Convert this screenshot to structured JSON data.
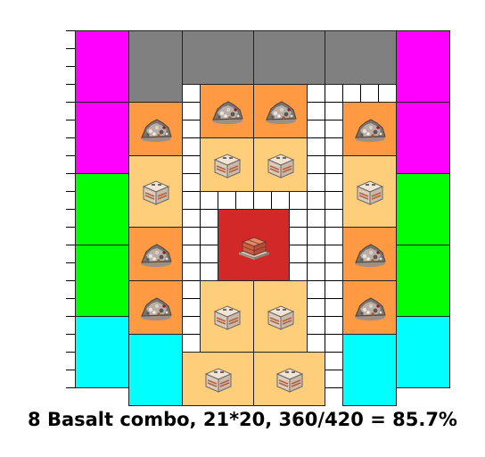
{
  "caption": "8 Basalt combo, 21*20, 360/420 = 85.7%",
  "grid": {
    "cols": 21,
    "rows": 20
  },
  "colors": {
    "magenta": "#ff00ff",
    "green": "#00ff00",
    "cyan": "#00ffff",
    "gray": "#808080",
    "orange": "#ff9a42",
    "light_orange": "#ffce7b",
    "red": "#d22828",
    "empty": "#ffffff"
  },
  "tiles": [
    {
      "kind": "magenta",
      "icon": "none",
      "c": 0,
      "r": 0,
      "w": 3,
      "h": 4
    },
    {
      "kind": "magenta",
      "icon": "none",
      "c": 0,
      "r": 4,
      "w": 3,
      "h": 4
    },
    {
      "kind": "green",
      "icon": "none",
      "c": 0,
      "r": 8,
      "w": 3,
      "h": 4
    },
    {
      "kind": "green",
      "icon": "none",
      "c": 0,
      "r": 12,
      "w": 3,
      "h": 4
    },
    {
      "kind": "cyan",
      "icon": "none",
      "c": 0,
      "r": 16,
      "w": 3,
      "h": 4
    },
    {
      "kind": "cyan",
      "icon": "none",
      "c": 3,
      "r": 17,
      "w": 3,
      "h": 4
    },
    {
      "kind": "magenta",
      "icon": "none",
      "c": 18,
      "r": 0,
      "w": 3,
      "h": 4
    },
    {
      "kind": "magenta",
      "icon": "none",
      "c": 18,
      "r": 4,
      "w": 3,
      "h": 4
    },
    {
      "kind": "green",
      "icon": "none",
      "c": 18,
      "r": 8,
      "w": 3,
      "h": 4
    },
    {
      "kind": "green",
      "icon": "none",
      "c": 18,
      "r": 12,
      "w": 3,
      "h": 4
    },
    {
      "kind": "cyan",
      "icon": "none",
      "c": 18,
      "r": 16,
      "w": 3,
      "h": 4
    },
    {
      "kind": "cyan",
      "icon": "none",
      "c": 15,
      "r": 17,
      "w": 3,
      "h": 4
    },
    {
      "kind": "gray",
      "icon": "none",
      "c": 3,
      "r": 0,
      "w": 3,
      "h": 4
    },
    {
      "kind": "gray",
      "icon": "none",
      "c": 6,
      "r": 0,
      "w": 4,
      "h": 3
    },
    {
      "kind": "gray",
      "icon": "none",
      "c": 10,
      "r": 0,
      "w": 4,
      "h": 3
    },
    {
      "kind": "gray",
      "icon": "none",
      "c": 14,
      "r": 0,
      "w": 4,
      "h": 3
    },
    {
      "kind": "orange",
      "icon": "basalt-icon",
      "c": 3,
      "r": 4,
      "w": 3,
      "h": 3
    },
    {
      "kind": "orange",
      "icon": "basalt-icon",
      "c": 7,
      "r": 3,
      "w": 3,
      "h": 3
    },
    {
      "kind": "orange",
      "icon": "basalt-icon",
      "c": 10,
      "r": 3,
      "w": 3,
      "h": 3
    },
    {
      "kind": "orange",
      "icon": "basalt-icon",
      "c": 15,
      "r": 4,
      "w": 3,
      "h": 3
    },
    {
      "kind": "orange",
      "icon": "basalt-icon",
      "c": 3,
      "r": 11,
      "w": 3,
      "h": 3
    },
    {
      "kind": "orange",
      "icon": "basalt-icon",
      "c": 15,
      "r": 11,
      "w": 3,
      "h": 3
    },
    {
      "kind": "orange",
      "icon": "basalt-icon",
      "c": 3,
      "r": 14,
      "w": 3,
      "h": 3
    },
    {
      "kind": "orange",
      "icon": "basalt-icon",
      "c": 15,
      "r": 14,
      "w": 3,
      "h": 3
    },
    {
      "kind": "light_orange",
      "icon": "stone-block-icon",
      "c": 3,
      "r": 7,
      "w": 3,
      "h": 4
    },
    {
      "kind": "light_orange",
      "icon": "stone-block-icon",
      "c": 7,
      "r": 6,
      "w": 3,
      "h": 3
    },
    {
      "kind": "light_orange",
      "icon": "stone-block-icon",
      "c": 10,
      "r": 6,
      "w": 3,
      "h": 3
    },
    {
      "kind": "light_orange",
      "icon": "stone-block-icon",
      "c": 15,
      "r": 7,
      "w": 3,
      "h": 4
    },
    {
      "kind": "light_orange",
      "icon": "stone-block-icon",
      "c": 7,
      "r": 14,
      "w": 3,
      "h": 4
    },
    {
      "kind": "light_orange",
      "icon": "stone-block-icon",
      "c": 10,
      "r": 14,
      "w": 3,
      "h": 4
    },
    {
      "kind": "light_orange",
      "icon": "stone-block-icon",
      "c": 6,
      "r": 18,
      "w": 4,
      "h": 3
    },
    {
      "kind": "light_orange",
      "icon": "stone-block-icon",
      "c": 10,
      "r": 18,
      "w": 4,
      "h": 3
    },
    {
      "kind": "red",
      "icon": "brick-pallet-icon",
      "c": 8,
      "r": 10,
      "w": 4,
      "h": 4
    }
  ]
}
